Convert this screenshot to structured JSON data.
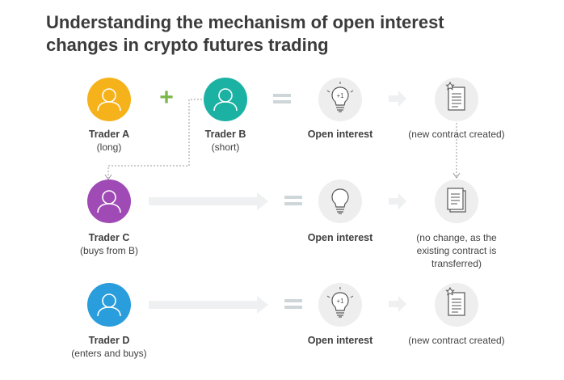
{
  "title": {
    "line1": "Understanding the mechanism of open interest",
    "line2": "changes in crypto futures trading"
  },
  "colors": {
    "trader_a": "#f6b21b",
    "trader_b": "#1cb2a3",
    "trader_c": "#a04ab5",
    "trader_d": "#2a9ddc",
    "plus": "#7ab648",
    "equals": "#cfd6d9",
    "arrow": "#eef0f1",
    "dotted": "#9a9a9a"
  },
  "rows": [
    {
      "traders": [
        {
          "name": "Trader A",
          "sub": "(long)",
          "icon": "user-icon"
        },
        {
          "name": "Trader B",
          "sub": "(short)",
          "icon": "user-icon"
        }
      ],
      "result_label": "Open interest",
      "result_icon": "lightbulb-plus-one-icon",
      "outcome": "(new contract created)",
      "outcome_icon": "new-contract-icon"
    },
    {
      "traders": [
        {
          "name": "Trader C",
          "sub": "(buys from B)",
          "icon": "user-icon"
        }
      ],
      "result_label": "Open interest",
      "result_icon": "lightbulb-icon",
      "outcome_lines": [
        "(no change, as the",
        "existing contract is",
        "transferred)"
      ],
      "outcome_icon": "transferred-contract-icon"
    },
    {
      "traders": [
        {
          "name": "Trader D",
          "sub": "(enters and buys)",
          "icon": "user-icon"
        }
      ],
      "result_label": "Open interest",
      "result_icon": "lightbulb-plus-one-icon",
      "outcome": "(new contract created)",
      "outcome_icon": "new-contract-icon"
    }
  ],
  "bulb_badge": "+1",
  "operators": {
    "plus": "+",
    "equals": "="
  }
}
